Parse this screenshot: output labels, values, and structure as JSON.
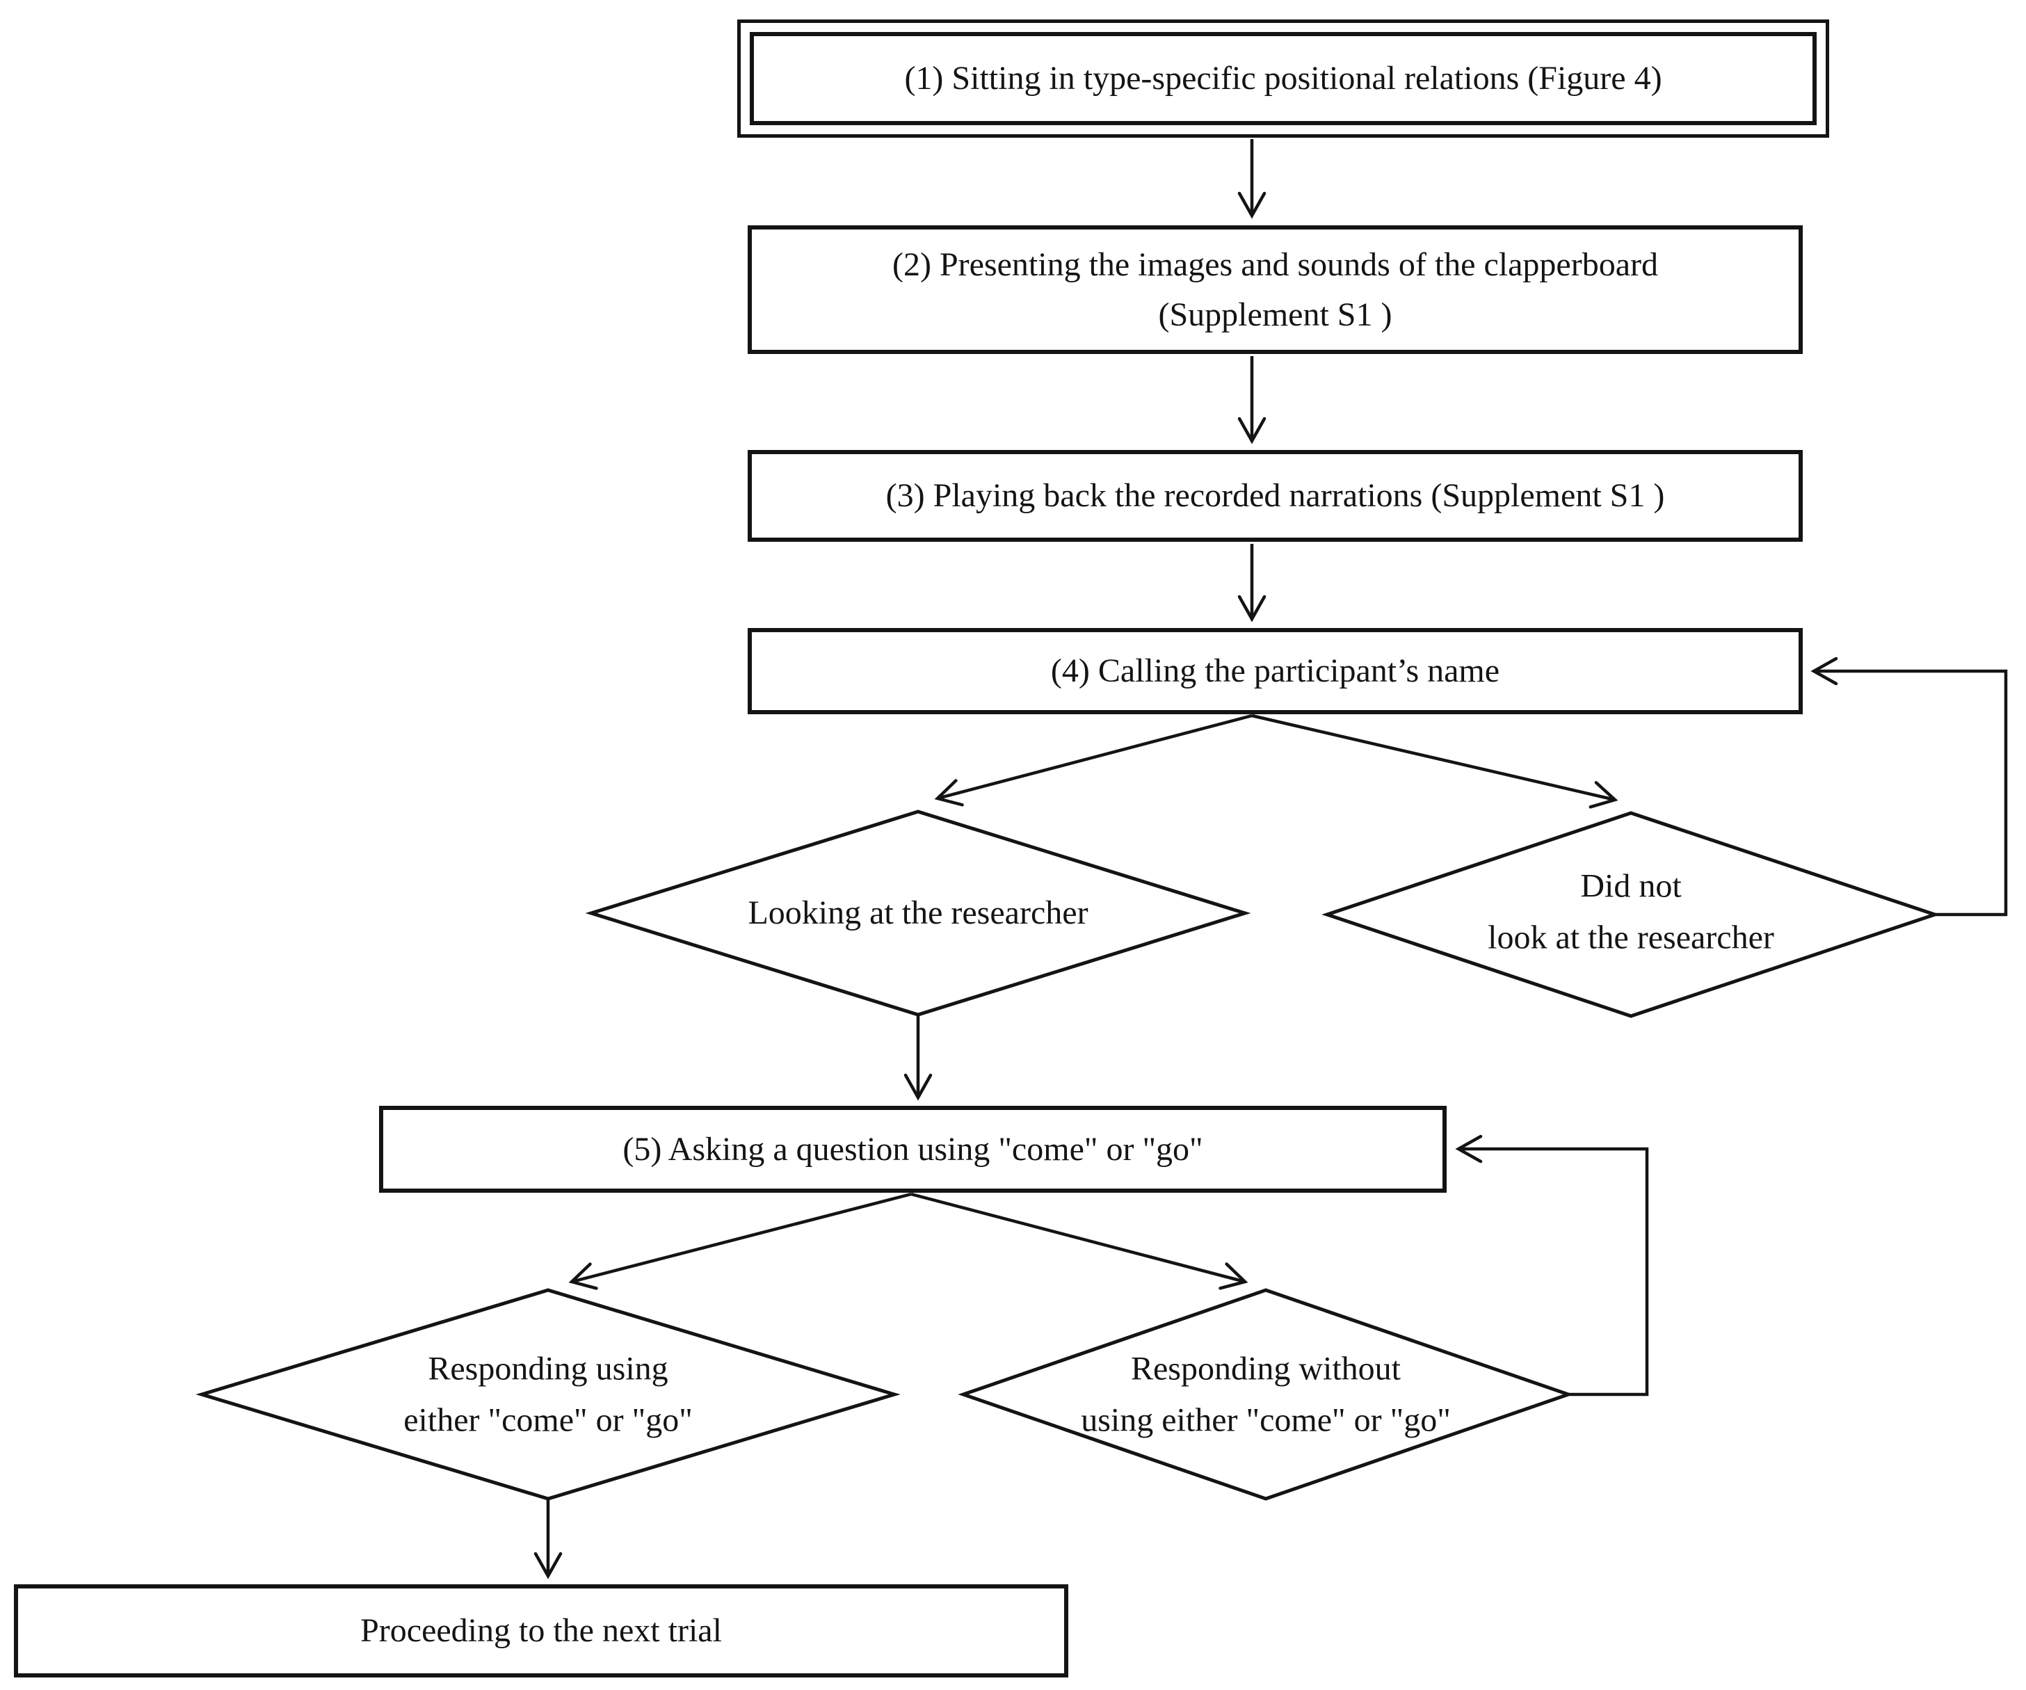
{
  "figure": {
    "background": "#ffffff",
    "ink_color": "#141414",
    "nodes": {
      "step1": {
        "shape": "double-rectangle",
        "label": "(1) Sitting in type-specific positional relations (Figure 4)"
      },
      "step2": {
        "shape": "rectangle",
        "line1": "(2) Presenting the images and sounds of the clapperboard",
        "line2": "(Supplement S1 )"
      },
      "step3": {
        "shape": "rectangle",
        "label": "(3) Playing back the recorded narrations (Supplement S1 )"
      },
      "step4": {
        "shape": "rectangle",
        "label": "(4) Calling the participant’s name"
      },
      "decision_looking": {
        "shape": "diamond",
        "label": "Looking at the researcher"
      },
      "decision_not_looking": {
        "shape": "diamond",
        "line1": "Did not",
        "line2": "look at the researcher"
      },
      "step5": {
        "shape": "rectangle",
        "label": "(5) Asking a question using \"come\" or \"go\""
      },
      "decision_responding": {
        "shape": "diamond",
        "line1": "Responding using",
        "line2": "either \"come\" or \"go\""
      },
      "decision_not_responding": {
        "shape": "diamond",
        "line1": "Responding without",
        "line2": "using either \"come\" or \"go\""
      },
      "step6": {
        "shape": "rectangle",
        "label": "Proceeding to the next trial"
      }
    },
    "edges": [
      {
        "from": "step1",
        "to": "step2",
        "type": "arrow"
      },
      {
        "from": "step2",
        "to": "step3",
        "type": "arrow"
      },
      {
        "from": "step3",
        "to": "step4",
        "type": "arrow"
      },
      {
        "from": "step4",
        "to": "decision_looking",
        "type": "arrow"
      },
      {
        "from": "step4",
        "to": "decision_not_looking",
        "type": "arrow"
      },
      {
        "from": "decision_looking",
        "to": "step5",
        "type": "arrow"
      },
      {
        "from": "decision_not_looking",
        "to": "step4",
        "type": "loop-back-arrow"
      },
      {
        "from": "step5",
        "to": "decision_responding",
        "type": "arrow"
      },
      {
        "from": "step5",
        "to": "decision_not_responding",
        "type": "arrow"
      },
      {
        "from": "decision_responding",
        "to": "step6",
        "type": "arrow"
      },
      {
        "from": "decision_not_responding",
        "to": "step5",
        "type": "loop-back-arrow"
      }
    ]
  }
}
